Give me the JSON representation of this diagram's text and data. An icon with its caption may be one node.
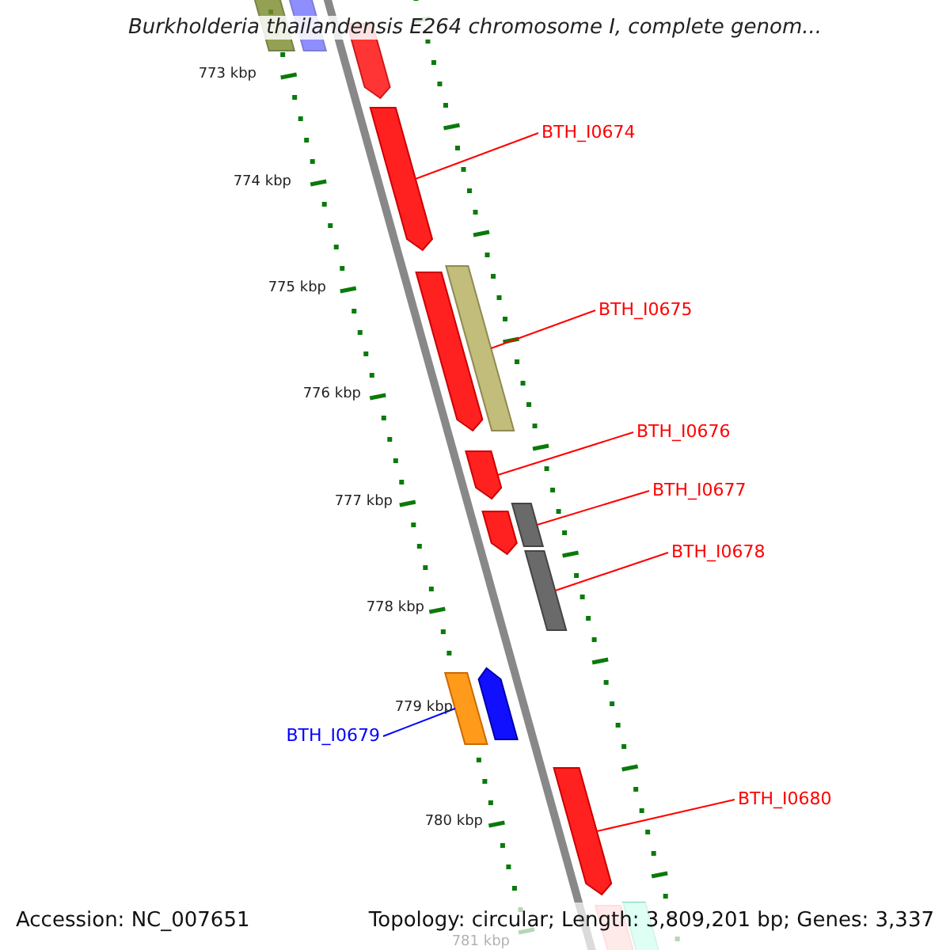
{
  "diagram": {
    "title": "Burkholderia thailandensis E264 chromosome I, complete genom...",
    "nodes": [
      {
        "text": [
          "BTH_I0674"
        ]
      },
      {
        "text": [],
        "shape": "bar"
      },
      {
        "text": [
          "BTH_I0675"
        ]
      },
      {
        "text": [],
        "shape": "bar"
      },
      {
        "text": [
          "BTH_I0676"
        ]
      },
      {
        "text": [],
        "shape": "bar"
      },
      {
        "text": [
          "BTH_I0677"
        ]
      },
      {
        "text": [],
        "shape": "bar"
      },
      {
        "text": [
          "BTH_I0678"
        ]
      },
      {
        "text": [],
        "shape": "bar"
      },
      {
        "text": [
          "BTH_I0679"
        ]
      },
      {
        "text": [],
        "shape": "bar"
      },
      {
        "text": [
          "BTH_I0680"
        ]
      },
      {
        "text": [],
        "shape": "bar"
      },
      {
        "text": [],
        "shape": "bar"
      },
      {
        "text": [],
        "shape": "bar"
      },
      {
        "text": [],
        "shape": "bar"
      },
      {
        "text": [],
        "shape": "bar"
      },
      {
        "text": [],
        "shape": "bar"
      },
      {
        "text": [],
        "shape": "bar"
      },
      {
        "text": [],
        "shape": "bar"
      },
      {
        "text": [],
        "shape": "bar"
      }
    ],
    "edges": [
      {
        "from": 0,
        "to": 1,
        "arrow": "none"
      },
      {
        "from": 2,
        "to": 3,
        "arrow": "none"
      },
      {
        "from": 4,
        "to": 5,
        "arrow": "none"
      },
      {
        "from": 6,
        "to": 7,
        "arrow": "none"
      },
      {
        "from": 8,
        "to": 9,
        "arrow": "none"
      },
      {
        "from": 10,
        "to": 11,
        "arrow": "none",
        "color": "#0000ff"
      },
      {
        "from": 12,
        "to": 13,
        "arrow": "none"
      }
    ],
    "labels": [
      "773 kbp",
      "774 kbp",
      "775 kbp",
      "776 kbp",
      "777 kbp",
      "778 kbp",
      "779 kbp",
      "780 kbp",
      "781 kbp",
      "Accession: NC_007651",
      "Topology: circular; Length: 3,809,201 bp; Genes: 3,337"
    ]
  }
}
